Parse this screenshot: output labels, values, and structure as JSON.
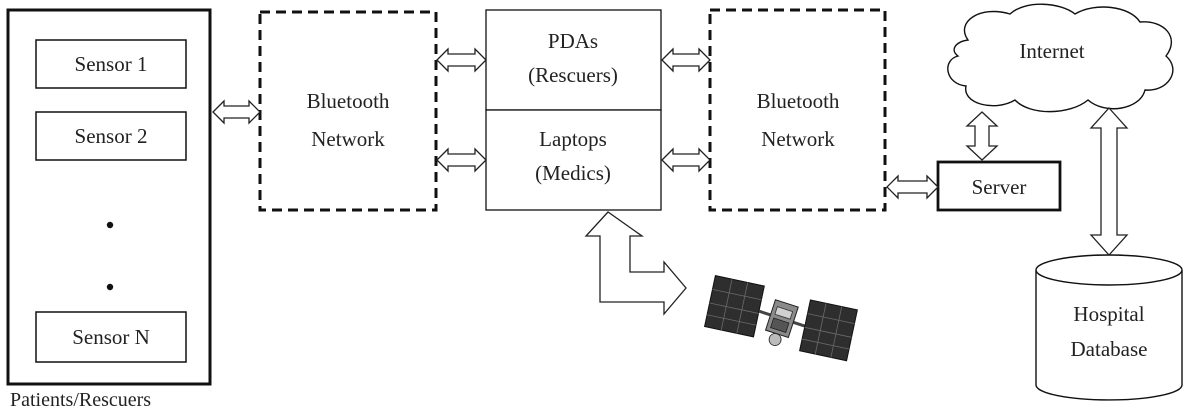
{
  "patients": {
    "caption": "Patients/Rescuers",
    "sensors": [
      "Sensor 1",
      "Sensor 2",
      "Sensor N"
    ]
  },
  "bluetooth_left": {
    "line1": "Bluetooth",
    "line2": "Network"
  },
  "pdas": {
    "line1": "PDAs",
    "line2": "(Rescuers)"
  },
  "laptops": {
    "line1": "Laptops",
    "line2": "(Medics)"
  },
  "bluetooth_right": {
    "line1": "Bluetooth",
    "line2": "Network"
  },
  "server": {
    "label": "Server"
  },
  "internet": {
    "label": "Internet"
  },
  "hospital_db": {
    "line1": "Hospital",
    "line2": "Database"
  }
}
